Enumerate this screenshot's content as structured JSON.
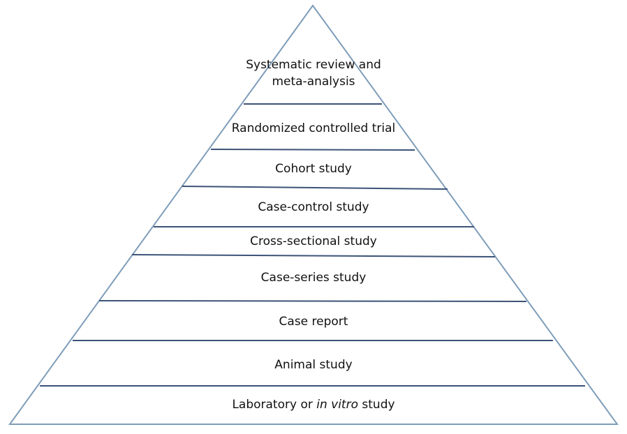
{
  "pyramid": {
    "levels": [
      {
        "lines": [
          "Systematic review and",
          "meta-analysis"
        ]
      },
      {
        "lines": [
          "Randomized controlled trial"
        ]
      },
      {
        "lines": [
          "Cohort study"
        ]
      },
      {
        "lines": [
          "Case-control study"
        ]
      },
      {
        "lines": [
          "Cross-sectional study"
        ]
      },
      {
        "lines": [
          "Case-series study"
        ]
      },
      {
        "lines": [
          "Case report"
        ]
      },
      {
        "lines": [
          "Animal study"
        ]
      },
      {
        "lines": [
          "Laboratory or ",
          "in vitro",
          " study"
        ]
      }
    ]
  }
}
